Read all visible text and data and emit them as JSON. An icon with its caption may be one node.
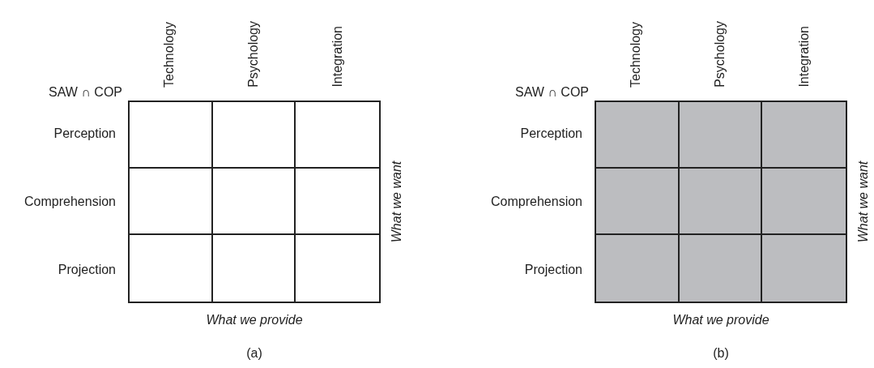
{
  "diagram": {
    "labels": [
      "Technology",
      "Psychology",
      "Integration",
      "SAW ∩ COP",
      "Perception",
      "Comprehension",
      "What we want",
      "Projection",
      "What we provide",
      "(a)",
      "Technology",
      "Psychology",
      "Integration",
      "SAW ∩ COP",
      "Perception",
      "Comprehension",
      "What we want",
      "Projection",
      "What we provide",
      "(b)"
    ]
  }
}
